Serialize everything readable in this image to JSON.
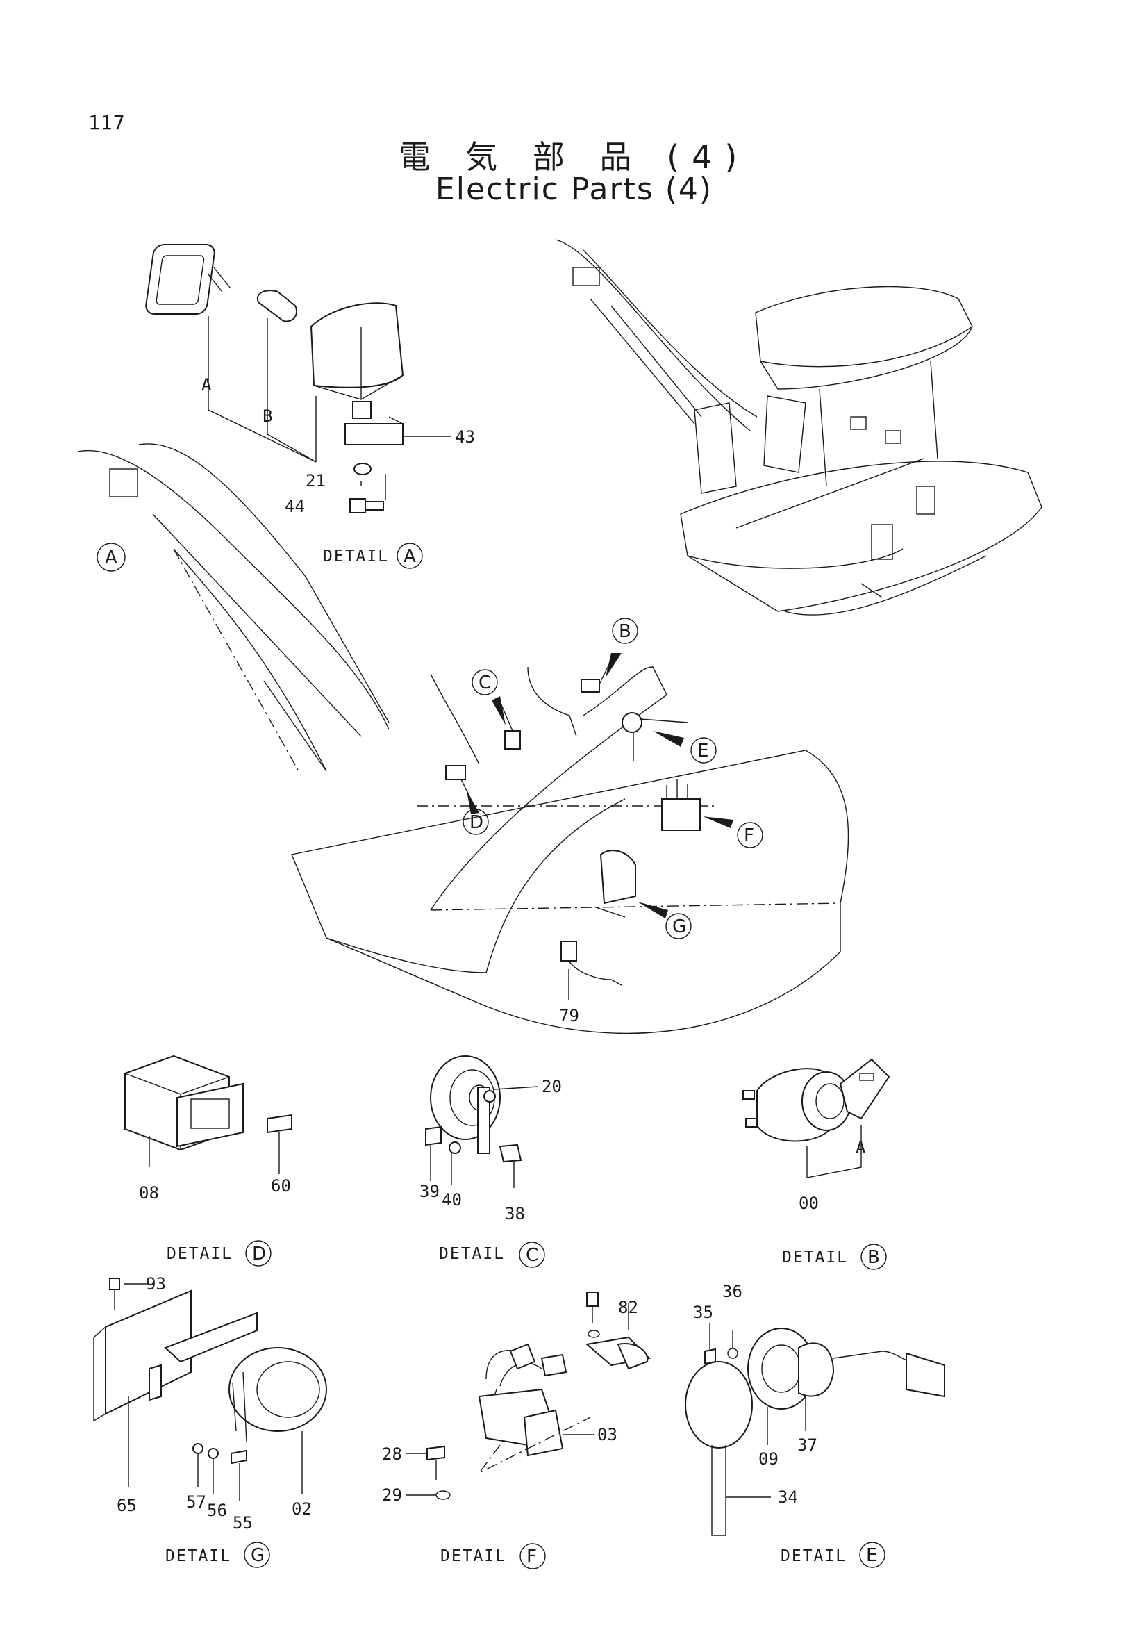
{
  "page": {
    "number": "117",
    "title_jp": "電 気 部 品 (4)",
    "title_en": "Electric Parts (4)"
  },
  "detail_word": "DETAIL",
  "details": {
    "A": "A",
    "B": "B",
    "C": "C",
    "D": "D",
    "E": "E",
    "F": "F",
    "G": "G"
  },
  "parts": {
    "p21": "21",
    "p43": "43",
    "p44": "44",
    "p20": "20",
    "p39": "39",
    "p40": "40",
    "p38": "38",
    "p08": "08",
    "p60": "60",
    "p00": "00",
    "p79": "79",
    "p93": "93",
    "p65": "65",
    "p57": "57",
    "p56": "56",
    "p55": "55",
    "p02": "02",
    "p82": "82",
    "p28": "28",
    "p29": "29",
    "p03": "03",
    "p35": "35",
    "p36": "36",
    "p09": "09",
    "p37": "37",
    "p34": "34"
  },
  "leader_labels": {
    "a_detail_a": "A",
    "b_detail_a": "B",
    "a_detail_b": "A"
  }
}
